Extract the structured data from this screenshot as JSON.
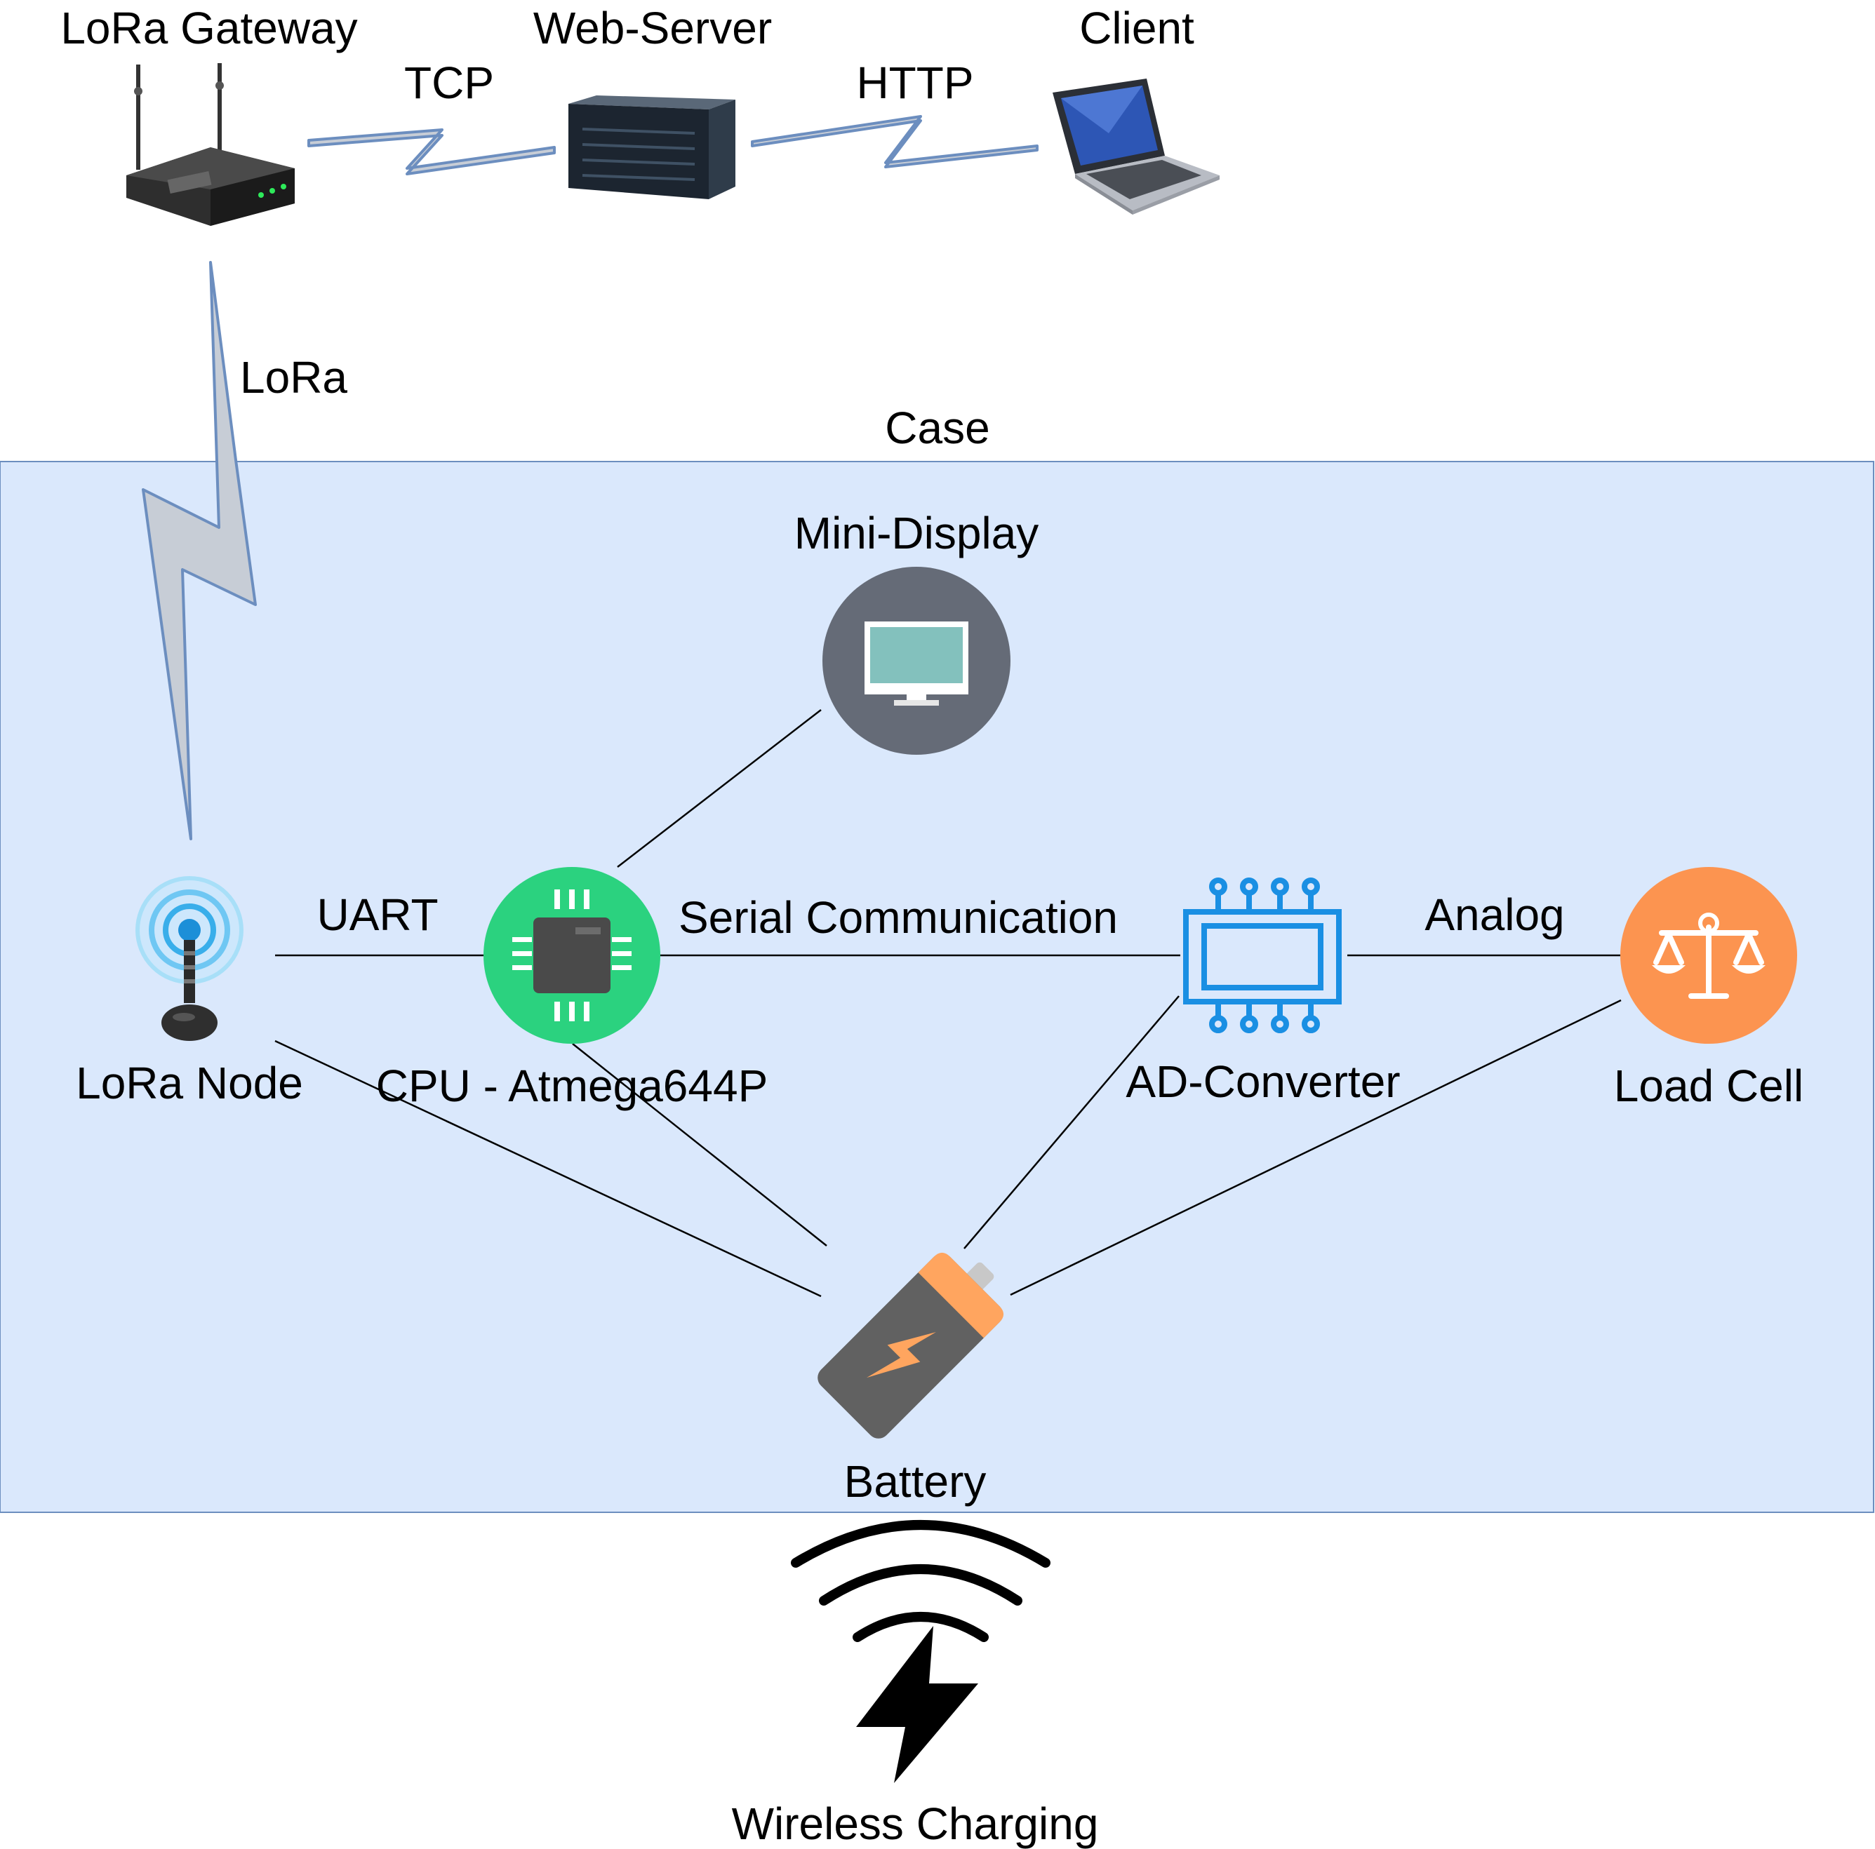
{
  "nodes": {
    "lora_gateway": "LoRa Gateway",
    "web_server": "Web-Server",
    "client": "Client",
    "mini_display": "Mini-Display",
    "lora_node": "LoRa Node",
    "cpu": "CPU - Atmega644P",
    "ad_converter": "AD-Converter",
    "load_cell": "Load Cell",
    "battery": "Battery",
    "wireless_charging": "Wireless Charging"
  },
  "links": {
    "tcp": "TCP",
    "http": "HTTP",
    "lora": "LoRa",
    "uart": "UART",
    "serial": "Serial Communication",
    "analog": "Analog"
  },
  "container": {
    "case": "Case"
  },
  "colors": {
    "case_fill": "#dae8fc",
    "case_border": "#6c8ebf",
    "link_fill": "#c7cdd6",
    "link_stroke": "#6c8ebf",
    "cpu": "#2bd27f",
    "display": "#656b77",
    "display_screen": "#83c1bd",
    "load_cell": "#fc9450",
    "ad_converter": "#1a8fe3",
    "battery_body": "#616161",
    "battery_top": "#ffa55f"
  },
  "icons": {
    "lora_gateway": "router-icon",
    "web_server": "server-icon",
    "client": "laptop-icon",
    "mini_display": "monitor-icon",
    "lora_node": "antenna-icon",
    "cpu": "chip-icon",
    "ad_converter": "circuit-icon",
    "load_cell": "scale-icon",
    "battery": "battery-icon",
    "wireless_charging": "wireless-charging-icon"
  }
}
